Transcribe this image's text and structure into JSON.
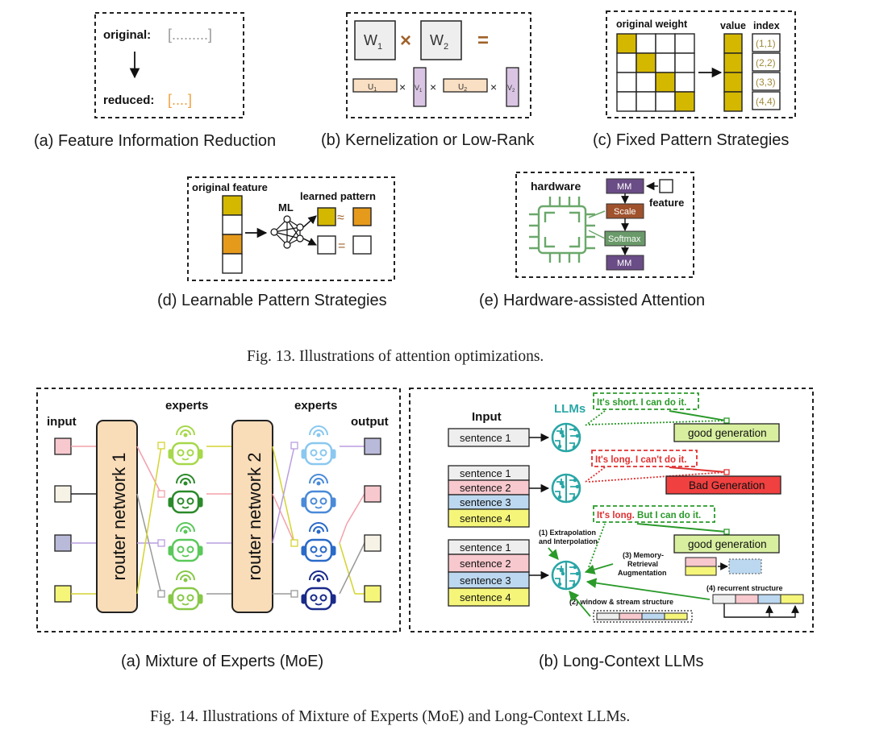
{
  "fig13": {
    "caption": "Fig. 13.  Illustrations of attention optimizations.",
    "a": {
      "caption": "(a) Feature Information Reduction",
      "original_label": "original:",
      "original_value": "[.........]",
      "reduced_label": "reduced:",
      "reduced_value": "[....]"
    },
    "b": {
      "caption": "(b) Kernelization or Low-Rank",
      "w1": "W",
      "w1_sub": "1",
      "w2": "W",
      "w2_sub": "2",
      "times": "×",
      "equals": "=",
      "u1": "U",
      "u1_sub": "1",
      "v1": "V",
      "v1_sub": "1",
      "u2": "U",
      "u2_sub": "2",
      "v2": "V",
      "v2_sub": "2"
    },
    "c": {
      "caption": "(c) Fixed Pattern Strategies",
      "original_weight": "original weight",
      "value_label": "value",
      "index_label": "index",
      "indices": [
        "(1,1)",
        "(2,2)",
        "(3,3)",
        "(4,4)"
      ]
    },
    "d": {
      "caption": "(d) Learnable Pattern Strategies",
      "original_feature": "original feature",
      "ml_label": "ML",
      "learned_pattern": "learned pattern",
      "approx": "≈",
      "equals": "="
    },
    "e": {
      "caption": "(e) Hardware-assisted Attention",
      "hardware_label": "hardware",
      "feature_label": "feature",
      "blocks": [
        "MM",
        "Scale",
        "Softmax",
        "MM"
      ]
    }
  },
  "fig14": {
    "caption": "Fig. 14.  Illustrations of Mixture of Experts (MoE) and Long-Context LLMs.",
    "a": {
      "caption": "(a) Mixture of Experts (MoE)",
      "input_label": "input",
      "output_label": "output",
      "experts_label_1": "experts",
      "experts_label_2": "experts",
      "router_1": "router network 1",
      "router_2": "router network 2"
    },
    "b": {
      "caption": "(b) Long-Context LLMs",
      "input_label": "Input",
      "llms_label": "LLMs",
      "bubble_1": "It's short. I can do it.",
      "bubble_2": "It's long. I can't do it.",
      "bubble_3a": "It's long.",
      "bubble_3b": "But I can do it.",
      "result_good": "good generation",
      "result_bad": "Bad Generation",
      "result_good_2": "good generation",
      "sentences": [
        "sentence 1",
        "sentence 2",
        "sentence 3",
        "sentence 4"
      ],
      "method_1a": "(1) Extrapolation",
      "method_1b": "and Interpolation",
      "method_2": "(2) window & stream structure",
      "method_3a": "(3) Memory-",
      "method_3b": "Retrieval",
      "method_3c": "Augmentation",
      "method_4": "(4) recurrent  structure"
    }
  }
}
